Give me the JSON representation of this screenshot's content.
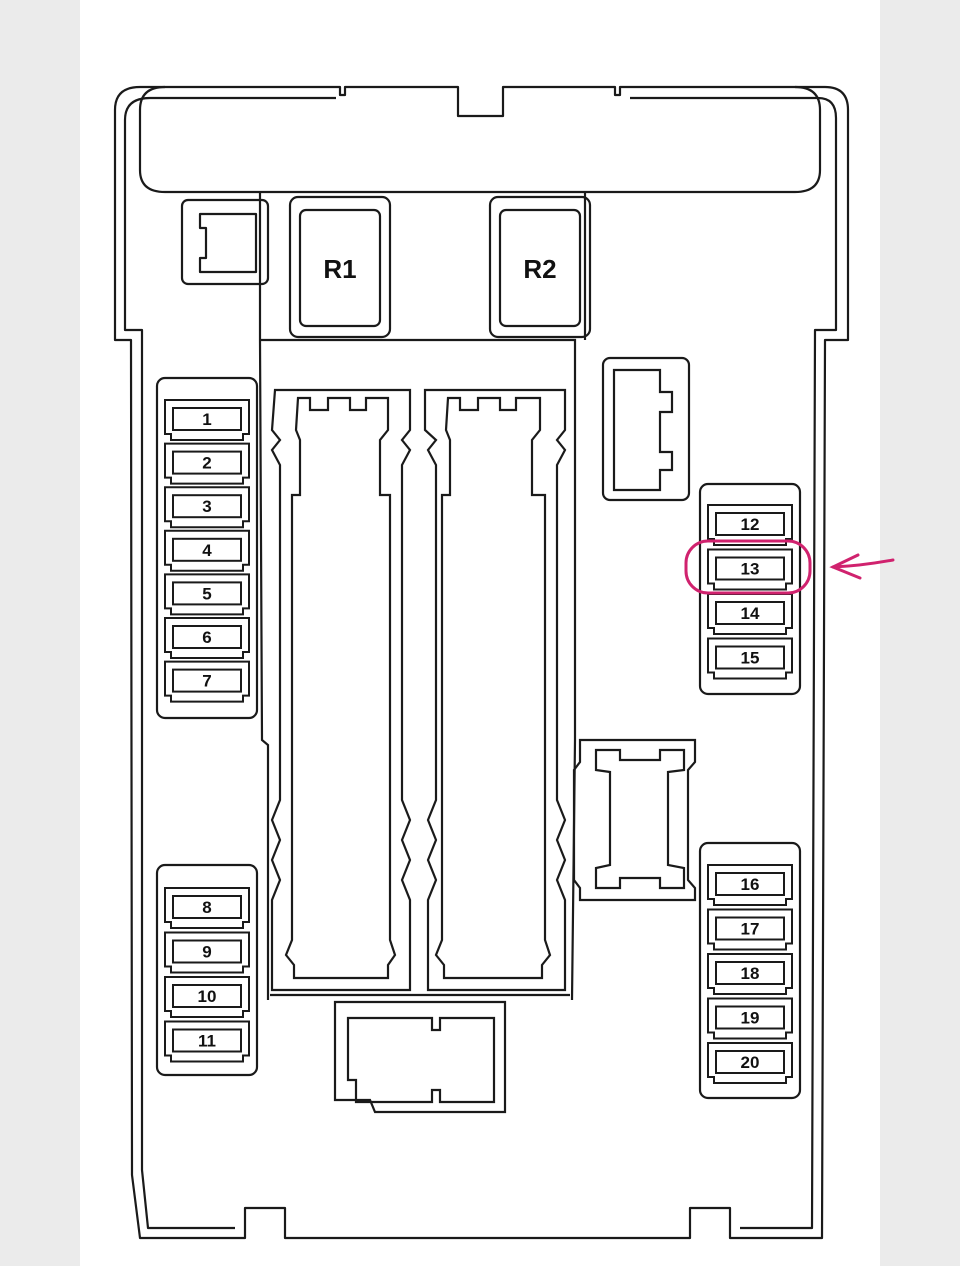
{
  "colors": {
    "background": "#ebebeb",
    "paper": "#ffffff",
    "line": "#1a1a1a",
    "highlight": "#d0226e"
  },
  "relays": [
    {
      "id": "R1",
      "label": "R1"
    },
    {
      "id": "R2",
      "label": "R2"
    }
  ],
  "fuses": {
    "left_upper": [
      "1",
      "2",
      "3",
      "4",
      "5",
      "6",
      "7"
    ],
    "left_lower": [
      "8",
      "9",
      "10",
      "11"
    ],
    "right_upper": [
      "12",
      "13",
      "14",
      "15"
    ],
    "right_lower": [
      "16",
      "17",
      "18",
      "19",
      "20"
    ]
  },
  "annotation": {
    "highlighted_fuse": "13",
    "marker": "circle-with-arrow"
  }
}
